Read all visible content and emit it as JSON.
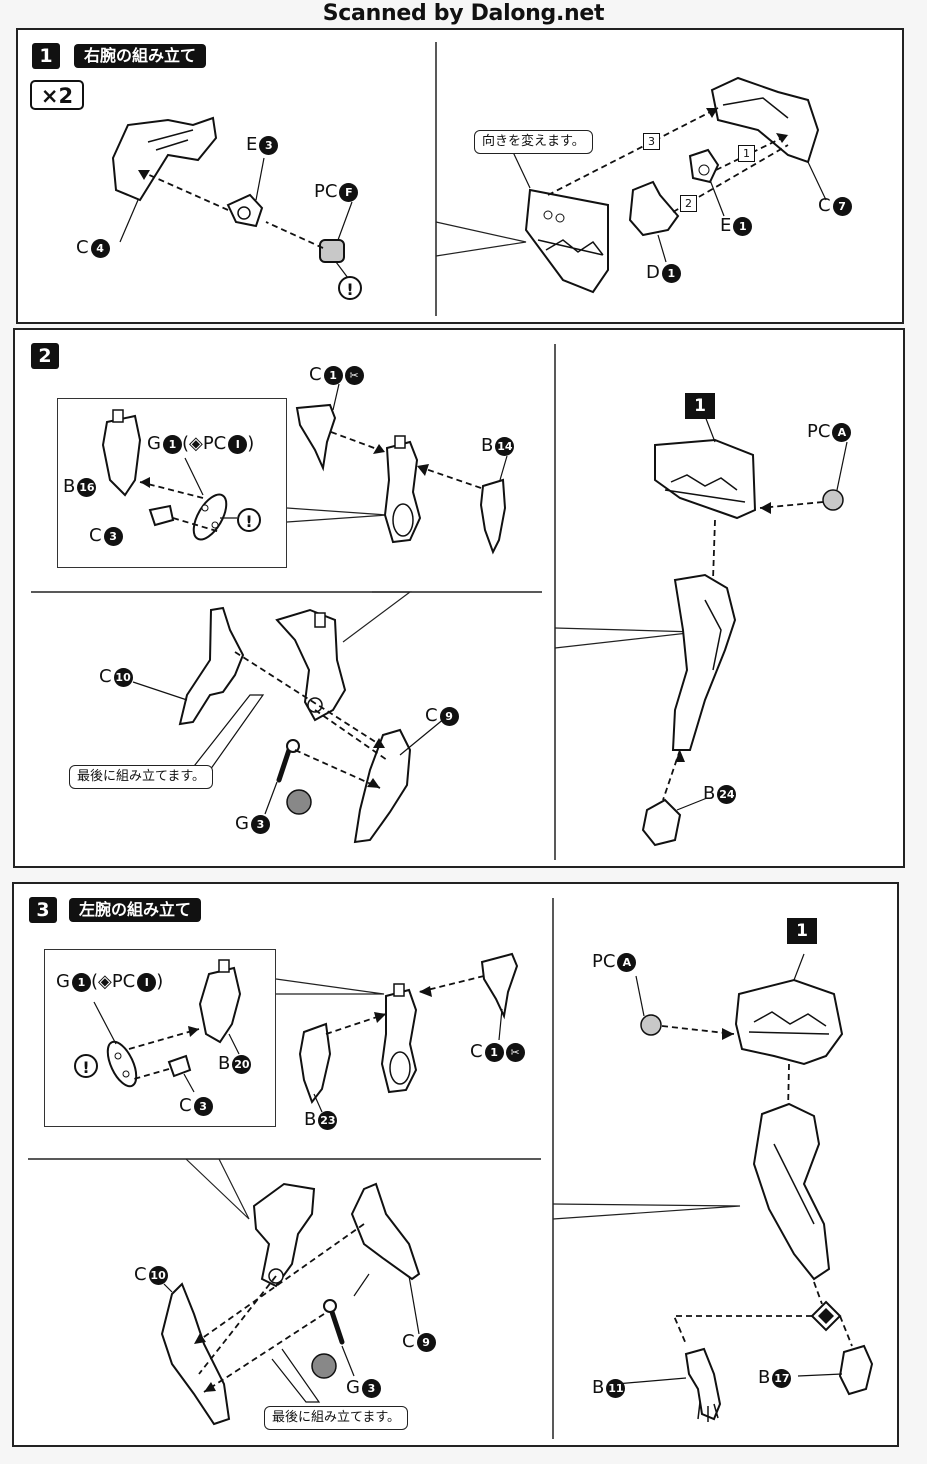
{
  "header": "Scanned by Dalong.net",
  "steps": [
    {
      "num": "1",
      "title": "右腕の組み立て",
      "qty": "×2",
      "labels": {
        "c4": "C",
        "c4n": "4",
        "e3": "E",
        "e3n": "3",
        "pcf": "PC",
        "pcfn": "F",
        "note": "向きを変えます。",
        "c7": "C",
        "c7n": "7",
        "e1": "E",
        "e1n": "1",
        "d1": "D",
        "d1n": "1",
        "s1": "1",
        "s2": "2",
        "s3": "3"
      }
    },
    {
      "num": "2",
      "labels": {
        "c1": "C",
        "c1n": "1",
        "b16": "B",
        "b16n": "16",
        "g1": "G",
        "g1n": "1",
        "g1pc": "(◈PC",
        "g1pcn": "I",
        "g1close": ")",
        "c3": "C",
        "c3n": "3",
        "b14": "B",
        "b14n": "14",
        "ref1": "1",
        "pca": "PC",
        "pcan": "A",
        "c10": "C",
        "c10n": "10",
        "c9": "C",
        "c9n": "9",
        "note": "最後に組み立てます。",
        "g3": "G",
        "g3n": "3",
        "b24": "B",
        "b24n": "24"
      }
    },
    {
      "num": "3",
      "title": "左腕の組み立て",
      "labels": {
        "g1": "G",
        "g1n": "1",
        "g1pc": "(◈PC",
        "g1pcn": "I",
        "g1close": ")",
        "b20": "B",
        "b20n": "20",
        "c3": "C",
        "c3n": "3",
        "b23": "B",
        "b23n": "23",
        "c1": "C",
        "c1n": "1",
        "ref1": "1",
        "pca": "PC",
        "pcan": "A",
        "c10": "C",
        "c10n": "10",
        "c9": "C",
        "c9n": "9",
        "g3": "G",
        "g3n": "3",
        "note": "最後に組み立てます。",
        "b11": "B",
        "b11n": "11",
        "b17": "B",
        "b17n": "17"
      }
    }
  ],
  "icons": [
    "warning-icon",
    "cut-icon",
    "polycap-icon"
  ]
}
